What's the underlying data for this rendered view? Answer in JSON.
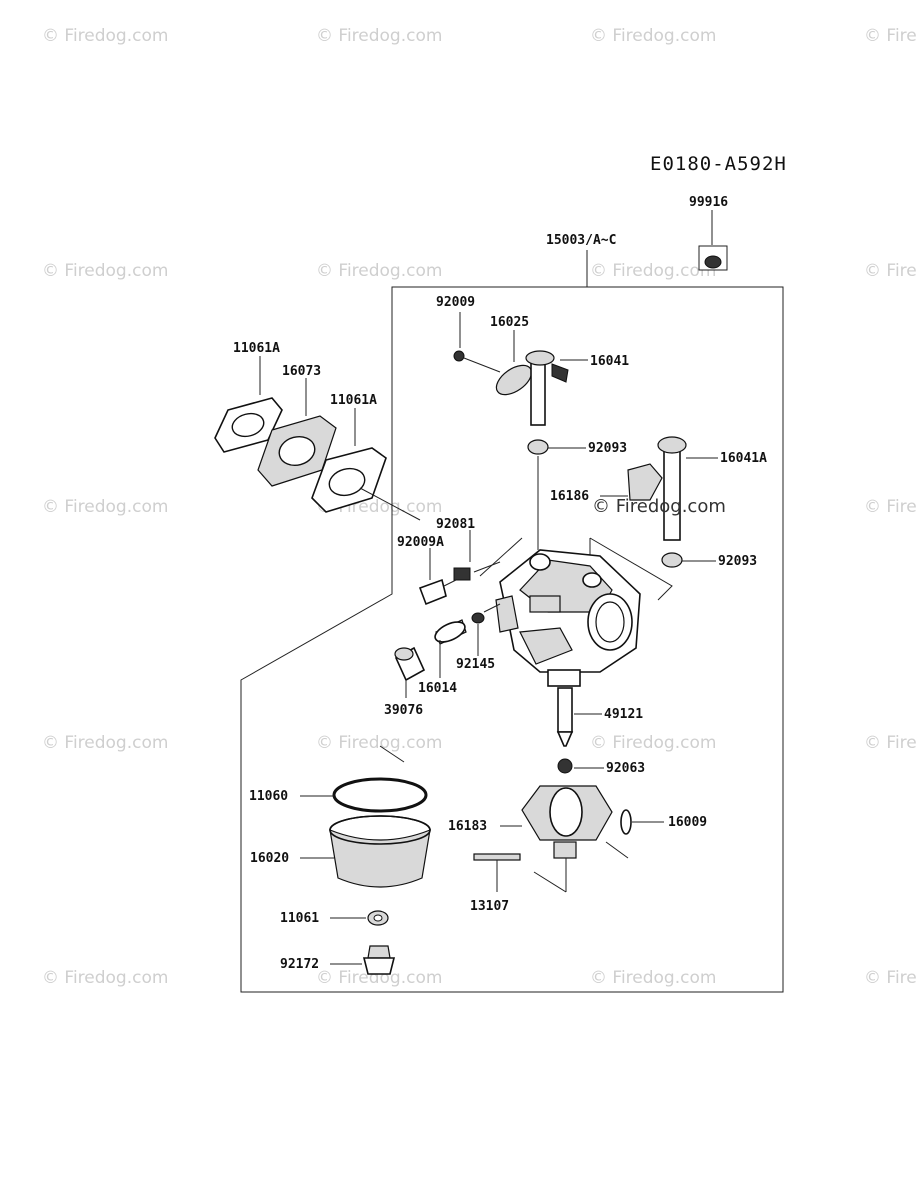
{
  "diagram_code": "E0180-A592H",
  "watermark": "© Firedog.com",
  "parts": {
    "p99916": "99916",
    "p15003": "15003/A~C",
    "p92009": "92009",
    "p16025": "16025",
    "p16041": "16041",
    "p11061A_1": "11061A",
    "p16073": "16073",
    "p11061A_2": "11061A",
    "p92093_1": "92093",
    "p16041A": "16041A",
    "p16186": "16186",
    "p92081": "92081",
    "p92009A": "92009A",
    "p92093_2": "92093",
    "p92145": "92145",
    "p16014": "16014",
    "p39076": "39076",
    "p49121": "49121",
    "p92063": "92063",
    "p11060": "11060",
    "p16183": "16183",
    "p16009": "16009",
    "p16020": "16020",
    "p13107": "13107",
    "p11061": "11061",
    "p92172": "92172"
  }
}
